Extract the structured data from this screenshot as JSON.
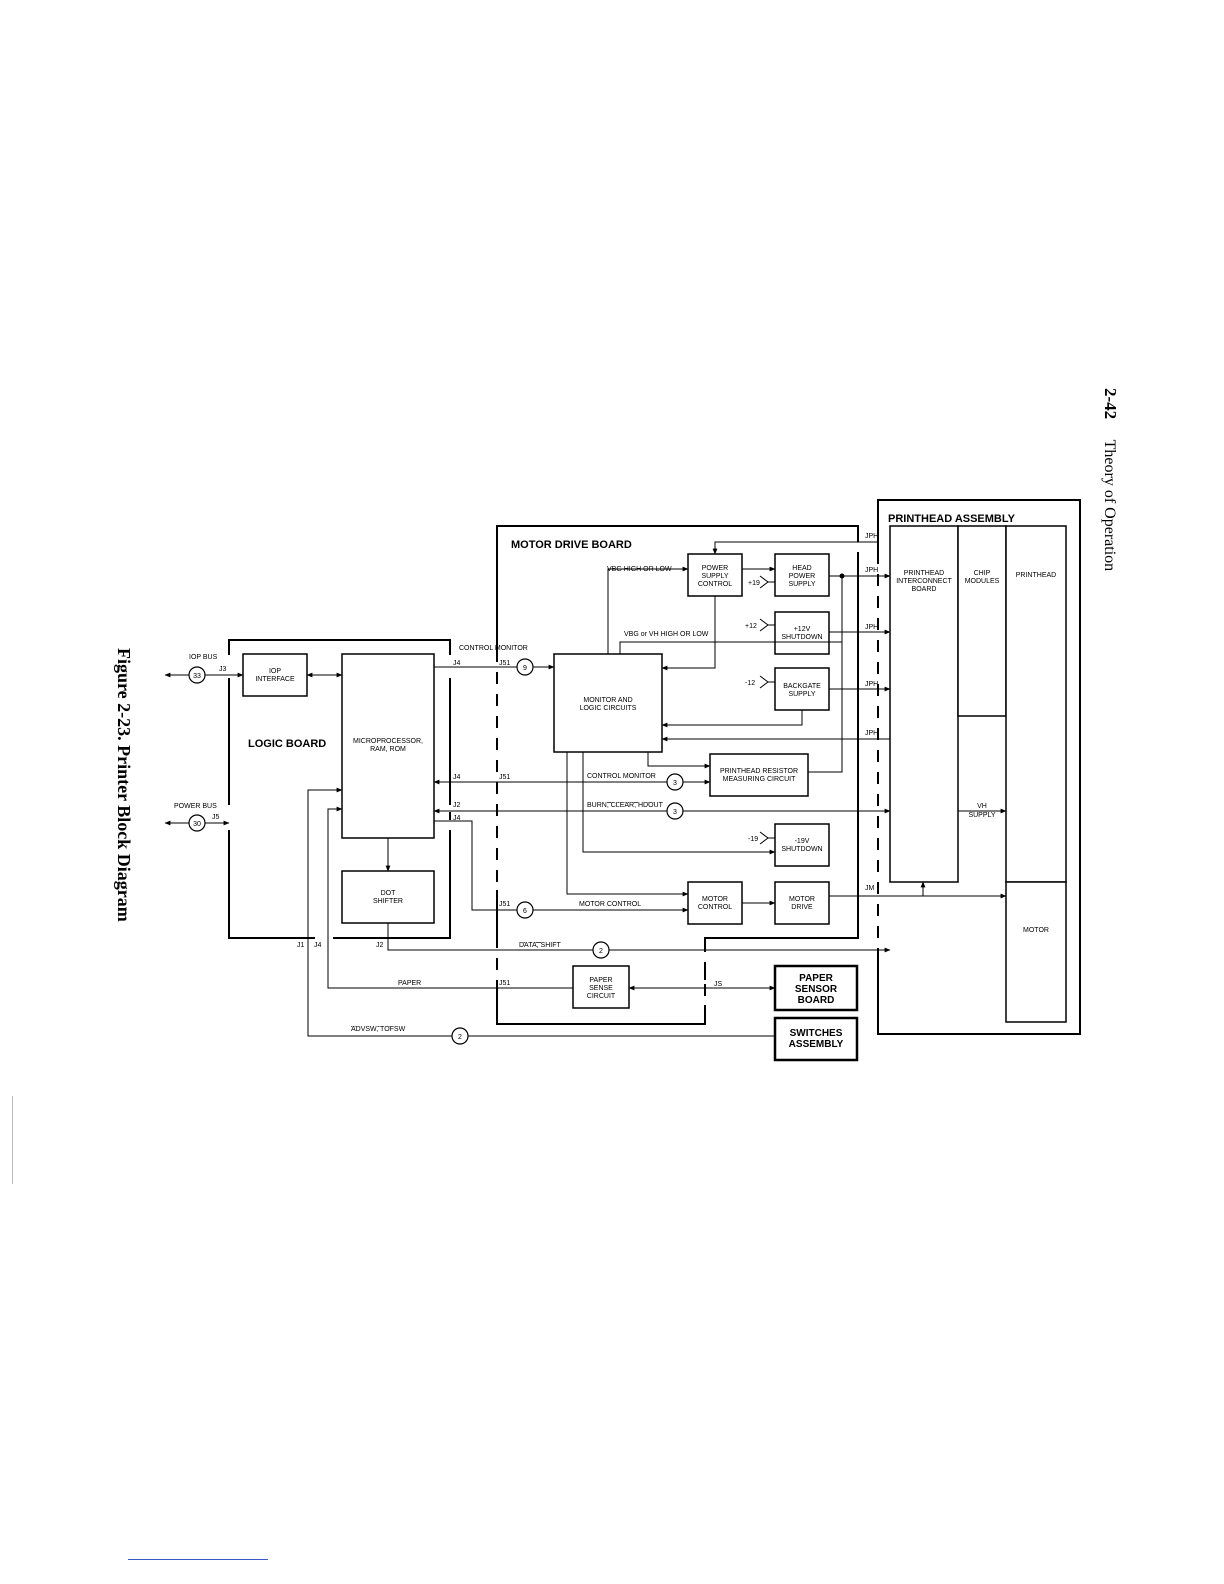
{
  "header": {
    "page_number": "2-42",
    "title": "Theory of Operation"
  },
  "figure": {
    "caption": "Figure 2-23. Printer Block Diagram"
  },
  "diagram": {
    "groups": {
      "logic_board": "LOGIC BOARD",
      "motor_drive_board": "MOTOR DRIVE BOARD",
      "printhead_assembly": "PRINTHEAD ASSEMBLY"
    },
    "blocks": {
      "iop_interface": [
        "IOP",
        "INTERFACE"
      ],
      "microprocessor": [
        "MICROPROCESSOR,",
        "RAM, ROM"
      ],
      "dot_shifter": [
        "DOT",
        "SHIFTER"
      ],
      "monitor_logic": [
        "MONITOR AND",
        "LOGIC CIRCUITS"
      ],
      "power_supply_control": [
        "POWER",
        "SUPPLY",
        "CONTROL"
      ],
      "head_power_supply": [
        "HEAD",
        "POWER",
        "SUPPLY"
      ],
      "shutdown_12v": [
        "+12V",
        "SHUTDOWN"
      ],
      "backgate_supply": [
        "BACKGATE",
        "SUPPLY"
      ],
      "printhead_resistor": [
        "PRINTHEAD RESISTOR",
        "MEASURING CIRCUIT"
      ],
      "shutdown_19v": [
        "-19V",
        "SHUTDOWN"
      ],
      "motor_control": [
        "MOTOR",
        "CONTROL"
      ],
      "motor_drive": [
        "MOTOR",
        "DRIVE"
      ],
      "paper_sense": [
        "PAPER",
        "SENSE",
        "CIRCUIT"
      ],
      "paper_sensor_board": [
        "PAPER",
        "SENSOR",
        "BOARD"
      ],
      "switches_assembly": [
        "SWITCHES",
        "ASSEMBLY"
      ],
      "printhead_interconnect": [
        "PRINTHEAD",
        "INTERCONNECT",
        "BOARD"
      ],
      "chip_modules": [
        "CHIP",
        "MODULES"
      ],
      "printhead": "PRINTHEAD",
      "motor": "MOTOR",
      "vh_supply": [
        "VH",
        "SUPPLY"
      ]
    },
    "signals": {
      "iop_bus": "IOP BUS",
      "power_bus": "POWER BUS",
      "control_monitor": "CONTROL MONITOR",
      "vbg_high_low": "VBG HIGH OR LOW",
      "vbg_vh_high_low": "VBG or VH HIGH OR LOW",
      "control_monitor_2": "CONTROL MONITOR",
      "burn_clear_hdout": "BURN, CLEAR, HDOUT",
      "motor_control_sig": "MOTOR CONTROL",
      "data_shift": "DATA, SHIFT",
      "paper": "PAPER",
      "advsw_tofsw": "ADVSW, TOFSW",
      "v_plus19": "+19",
      "v_plus12": "+12",
      "v_minus12": "-12",
      "v_minus19": "-19"
    },
    "bus_counts": {
      "iop": "33",
      "power": "30",
      "control_monitor": "9",
      "resistor": "3",
      "burn": "3",
      "motor": "6",
      "data_shift": "2",
      "switches": "2"
    },
    "connectors": {
      "j1": "J1",
      "j2": "J2",
      "j3": "J3",
      "j4": "J4",
      "j5": "J5",
      "j51": "J51",
      "js": "JS",
      "jm": "JM",
      "jph": "JPH"
    }
  }
}
